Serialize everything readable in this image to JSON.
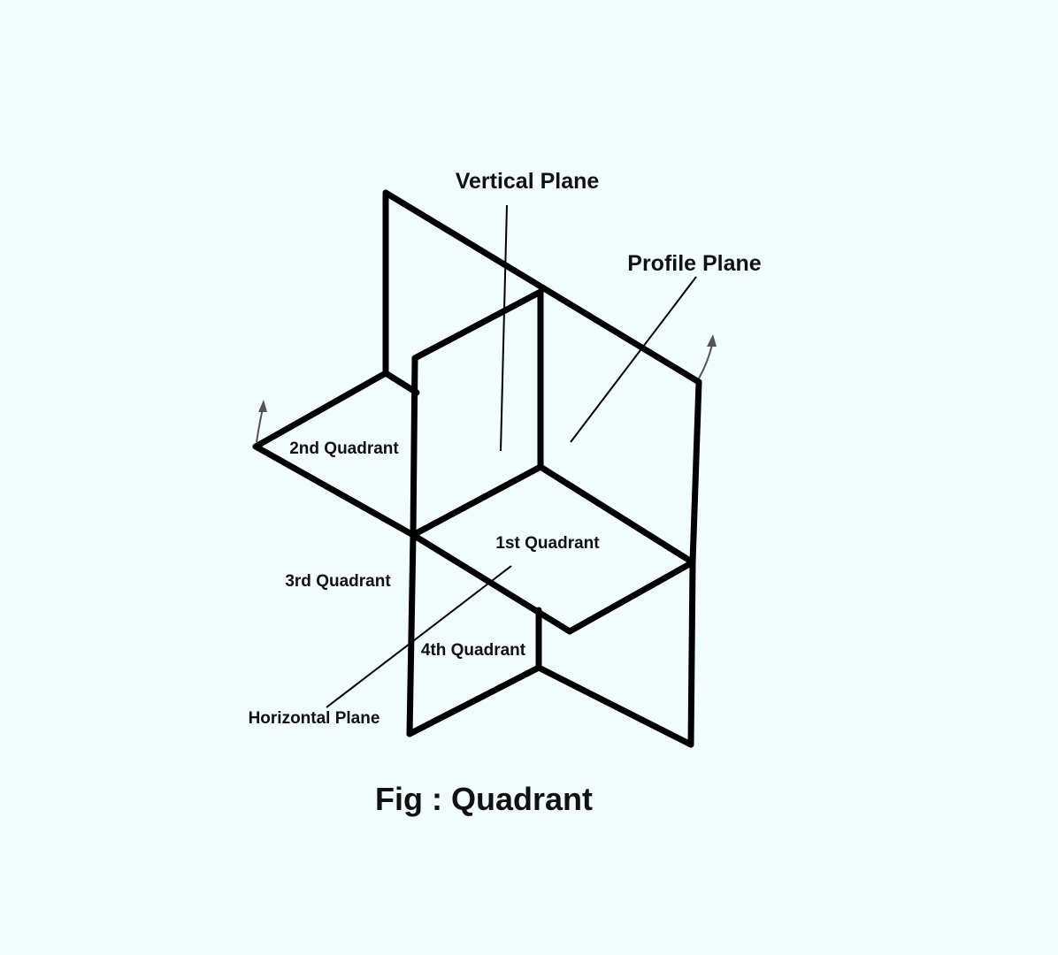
{
  "labels": {
    "vertical_plane": "Vertical Plane",
    "profile_plane": "Profile Plane",
    "quadrant_2": "2nd Quadrant",
    "quadrant_1": "1st Quadrant",
    "quadrant_3": "3rd Quadrant",
    "quadrant_4": "4th Quadrant",
    "horizontal_plane": "Horizontal Plane"
  },
  "caption": "Fig : Quadrant",
  "colors": {
    "background": "#f1fcfd",
    "ink": "#000000"
  }
}
